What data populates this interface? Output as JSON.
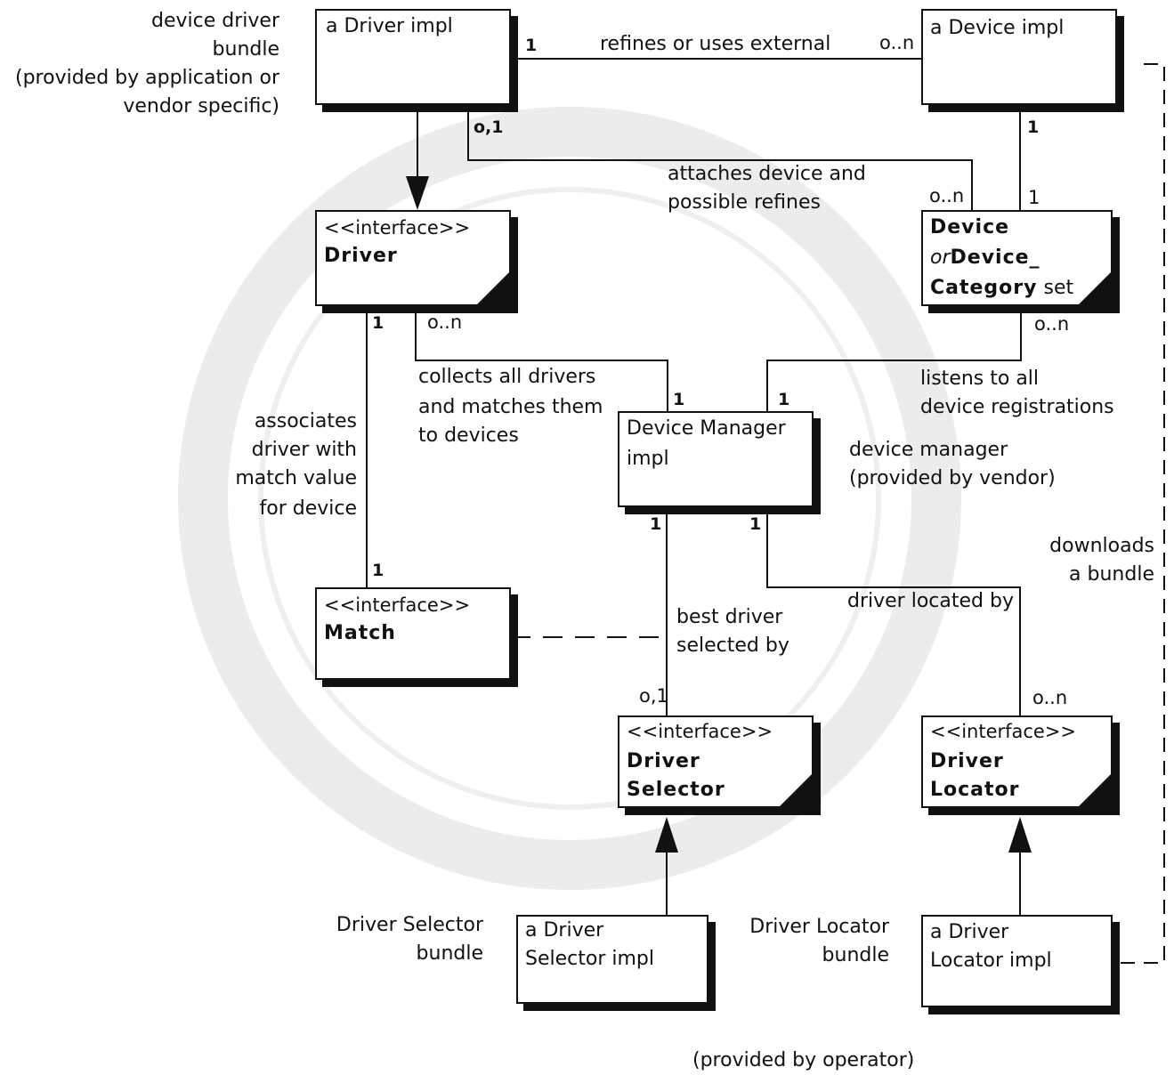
{
  "boxes": {
    "driver_impl": {
      "line1": "a Driver impl"
    },
    "device_impl": {
      "line1": "a Device impl"
    },
    "driver_iface": {
      "stereotype": "<<interface>>",
      "name": "Driver"
    },
    "device_set": {
      "line1": "Device",
      "line2_or": "or",
      "line2_rest": "Device_",
      "line3_bold": "Category",
      "line3_rest": " set"
    },
    "device_manager": {
      "line1": "Device Manager",
      "line2": "impl"
    },
    "match_iface": {
      "stereotype": "<<interface>>",
      "name": "Match"
    },
    "driver_selector_iface": {
      "stereotype": "<<interface>>",
      "name_line1": "Driver",
      "name_line2": "Selector"
    },
    "driver_locator_iface": {
      "stereotype": "<<interface>>",
      "name_line1": "Driver",
      "name_line2": "Locator"
    },
    "driver_selector_impl": {
      "line1": "a Driver",
      "line2": "Selector impl"
    },
    "driver_locator_impl": {
      "line1": "a Driver",
      "line2": "Locator impl"
    }
  },
  "notes": {
    "device_driver_bundle": [
      "device driver",
      "bundle",
      "(provided by application or",
      "vendor specific)"
    ],
    "device_manager_note": [
      "device manager",
      "(provided by vendor)"
    ],
    "downloads": [
      "downloads",
      "a bundle"
    ],
    "driver_selector_bundle": [
      "Driver Selector",
      "bundle"
    ],
    "driver_locator_bundle": [
      "Driver Locator",
      "bundle"
    ],
    "operator": "(provided by operator)"
  },
  "associations": {
    "refines": "refines or uses external",
    "attaches": [
      "attaches device and",
      "possible refines"
    ],
    "collects": [
      "collects all drivers",
      "and matches them",
      "to devices"
    ],
    "associates": [
      "associates",
      "driver with",
      "match value",
      "for device"
    ],
    "listens": [
      "listens to all",
      "device registrations"
    ],
    "best_driver": [
      "best driver",
      "selected by"
    ],
    "located_by": "driver located by"
  },
  "multiplicities": {
    "m1": "1",
    "m2": "o..n",
    "m3": "o,1",
    "m4": "1",
    "m5": "o..n",
    "m6": "1",
    "m7": "1",
    "m8": "o..n",
    "m9": "1",
    "m10": "1",
    "m11": "o..n",
    "m12": "1",
    "m13": "1",
    "m14": "1",
    "m15": "o,1",
    "m16": "o..n"
  }
}
